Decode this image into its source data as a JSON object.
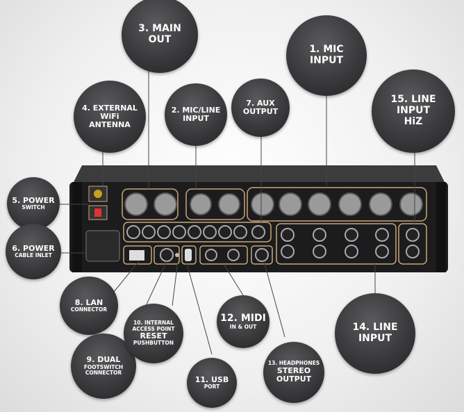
{
  "callouts": {
    "c1": {
      "line1": "1. MIC",
      "line2": "INPUT"
    },
    "c2": {
      "line1": "2. MIC/LINE",
      "line2": "INPUT"
    },
    "c3": {
      "line1": "3. MAIN",
      "line2": "OUT"
    },
    "c4": {
      "line1": "4. EXTERNAL",
      "line2": "WiFi",
      "line3": "ANTENNA"
    },
    "c5": {
      "line1": "5. POWER",
      "line2": "SWITCH"
    },
    "c6": {
      "line1": "6. POWER",
      "line2": "CABLE INLET"
    },
    "c7": {
      "line1": "7. AUX",
      "line2": "OUTPUT"
    },
    "c8": {
      "line1": "8. LAN",
      "line2": "CONNECTOR"
    },
    "c9": {
      "line1": "9. DUAL",
      "line2": "FOOTSWITCH",
      "line3": "CONNECTOR"
    },
    "c10": {
      "line1": "10. INTERNAL",
      "line2": "ACCESS POINT",
      "line3": "RESET",
      "line4": "PUSHBUTTON"
    },
    "c11": {
      "line1": "11. USB",
      "line2": "PORT"
    },
    "c12": {
      "line1": "12. MIDI",
      "line2": "IN & OUT"
    },
    "c13": {
      "line1": "13. HEADPHONES",
      "line2": "STEREO",
      "line3": "OUTPUT"
    },
    "c14": {
      "line1": "14. LINE",
      "line2": "INPUT"
    },
    "c15": {
      "line1": "15. LINE",
      "line2": "INPUT",
      "line3": "HiZ"
    }
  }
}
